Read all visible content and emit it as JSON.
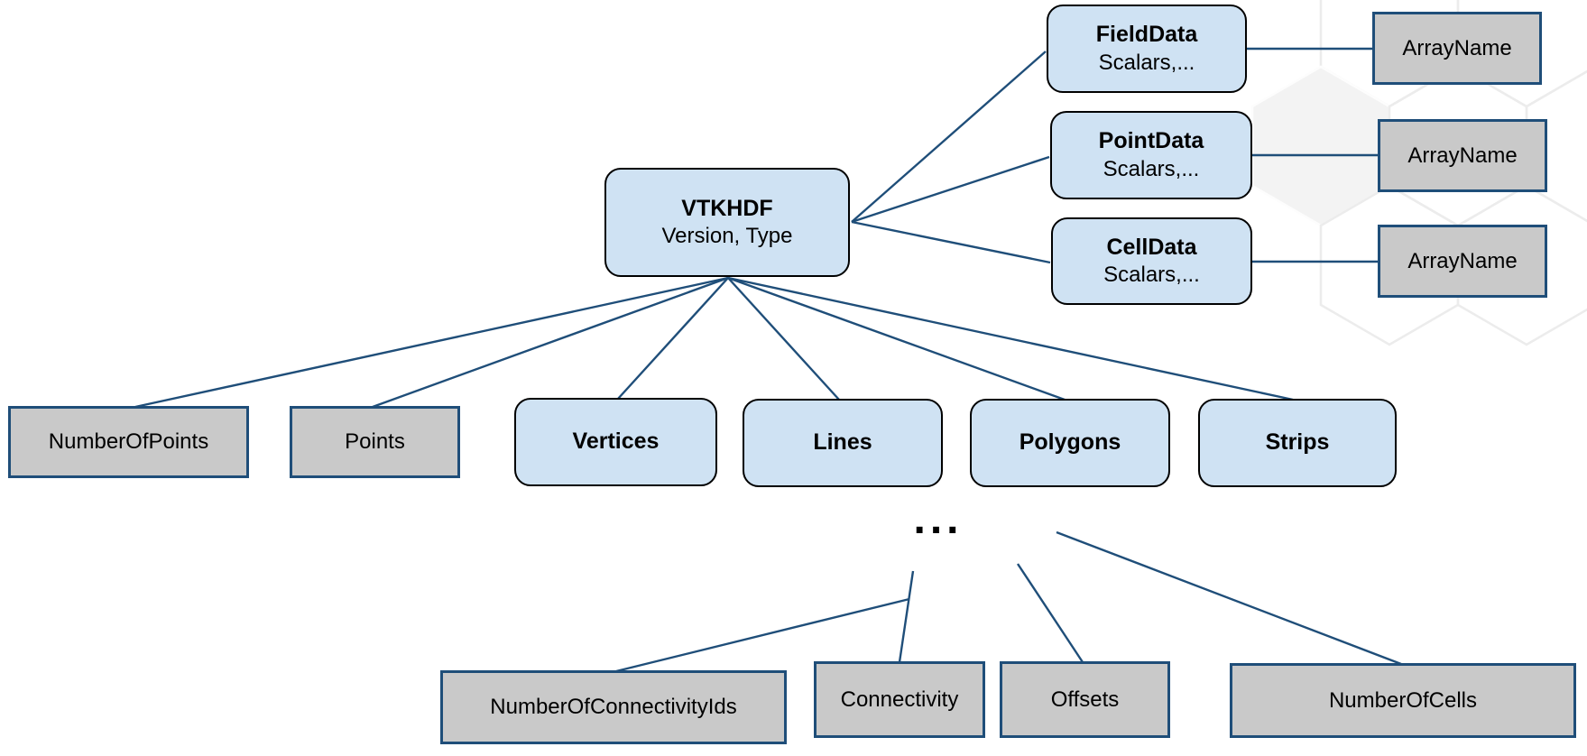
{
  "root": {
    "title": "VTKHDF",
    "subtitle": "Version, Type"
  },
  "data_groups": [
    {
      "title": "FieldData",
      "subtitle": "Scalars,...",
      "child": "ArrayName"
    },
    {
      "title": "PointData",
      "subtitle": "Scalars,...",
      "child": "ArrayName"
    },
    {
      "title": "CellData",
      "subtitle": "Scalars,...",
      "child": "ArrayName"
    }
  ],
  "point_datasets": [
    "NumberOfPoints",
    "Points"
  ],
  "topology_groups": [
    "Vertices",
    "Lines",
    "Polygons",
    "Strips"
  ],
  "ellipsis": "...",
  "topology_datasets": [
    "NumberOfConnectivityIds",
    "Connectivity",
    "Offsets",
    "NumberOfCells"
  ],
  "colors": {
    "background_color": "#ffffff",
    "text_color": "#000000",
    "group_fill": "#cfe2f3",
    "group_border": "#000000",
    "dataset_fill": "#c9c9c9",
    "dataset_border": "#1f4e79",
    "connector_color": "#1f4e79"
  }
}
